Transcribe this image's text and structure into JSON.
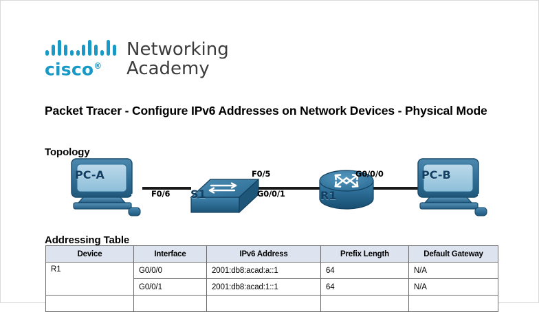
{
  "logo": {
    "brand": "cisco",
    "trademark": "®",
    "line1": "Networking",
    "line2": "Academy",
    "bar_pattern": [
      "s",
      "m",
      "l",
      "m",
      "s",
      "s",
      "m",
      "l",
      "m",
      "s",
      "l",
      "m"
    ],
    "accent_color": "#1899c6",
    "word_color": "#3c3c3c"
  },
  "document": {
    "title": "Packet Tracer - Configure IPv6 Addresses on Network Devices - Physical Mode"
  },
  "sections": {
    "topology_heading": "Topology",
    "addressing_heading": "Addressing Table"
  },
  "topology": {
    "devices": [
      {
        "id": "pc-a",
        "label": "PC-A",
        "type": "pc"
      },
      {
        "id": "s1",
        "label": "S1",
        "type": "switch"
      },
      {
        "id": "r1",
        "label": "R1",
        "type": "router"
      },
      {
        "id": "pc-b",
        "label": "PC-B",
        "type": "pc"
      }
    ],
    "interfaces": {
      "pca_to_s1": "F0/6",
      "s1_to_r1_switchside": "F0/5",
      "s1_to_r1_routerside": "G0/0/1",
      "r1_to_pcb": "G0/0/0"
    },
    "device_label_color": "#123f63",
    "link_color": "#1a1a1a"
  },
  "addressing_table": {
    "headers": [
      "Device",
      "Interface",
      "IPv6 Address",
      "Prefix Length",
      "Default Gateway"
    ],
    "rows": [
      {
        "device": "R1",
        "interface": "G0/0/0",
        "ipv6": "2001:db8:acad:a::1",
        "prefix": "64",
        "gateway": "N/A"
      },
      {
        "device": "",
        "interface": "G0/0/1",
        "ipv6": "2001:db8:acad:1::1",
        "prefix": "64",
        "gateway": "N/A"
      }
    ],
    "header_bg": "#dde3ef",
    "border_color": "#6b6b6b"
  }
}
